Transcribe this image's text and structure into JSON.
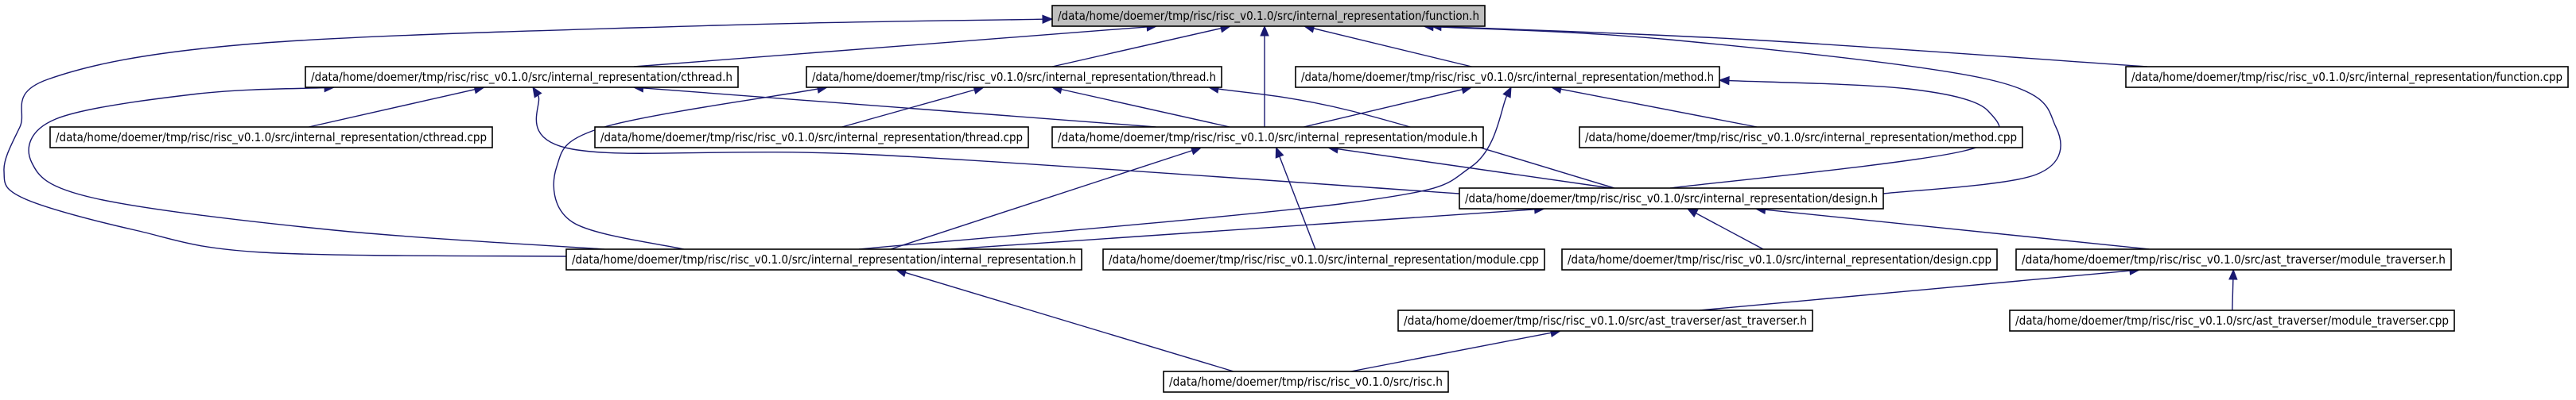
{
  "graph": {
    "edge_color": "#191970",
    "root_fill": "#bfbfbf",
    "nodes": [
      {
        "id": "function_h",
        "label": "/data/home/doemer/tmp/risc/risc_v0.1.0/src/internal_representation/function.h",
        "root": true
      },
      {
        "id": "cthread_h",
        "label": "/data/home/doemer/tmp/risc/risc_v0.1.0/src/internal_representation/cthread.h"
      },
      {
        "id": "thread_h",
        "label": "/data/home/doemer/tmp/risc/risc_v0.1.0/src/internal_representation/thread.h"
      },
      {
        "id": "method_h",
        "label": "/data/home/doemer/tmp/risc/risc_v0.1.0/src/internal_representation/method.h"
      },
      {
        "id": "function_cpp",
        "label": "/data/home/doemer/tmp/risc/risc_v0.1.0/src/internal_representation/function.cpp"
      },
      {
        "id": "cthread_cpp",
        "label": "/data/home/doemer/tmp/risc/risc_v0.1.0/src/internal_representation/cthread.cpp"
      },
      {
        "id": "thread_cpp",
        "label": "/data/home/doemer/tmp/risc/risc_v0.1.0/src/internal_representation/thread.cpp"
      },
      {
        "id": "module_h",
        "label": "/data/home/doemer/tmp/risc/risc_v0.1.0/src/internal_representation/module.h"
      },
      {
        "id": "method_cpp",
        "label": "/data/home/doemer/tmp/risc/risc_v0.1.0/src/internal_representation/method.cpp"
      },
      {
        "id": "design_h",
        "label": "/data/home/doemer/tmp/risc/risc_v0.1.0/src/internal_representation/design.h"
      },
      {
        "id": "internal_representation_h",
        "label": "/data/home/doemer/tmp/risc/risc_v0.1.0/src/internal_representation/internal_representation.h"
      },
      {
        "id": "module_cpp",
        "label": "/data/home/doemer/tmp/risc/risc_v0.1.0/src/internal_representation/module.cpp"
      },
      {
        "id": "design_cpp",
        "label": "/data/home/doemer/tmp/risc/risc_v0.1.0/src/internal_representation/design.cpp"
      },
      {
        "id": "module_traverser_h",
        "label": "/data/home/doemer/tmp/risc/risc_v0.1.0/src/ast_traverser/module_traverser.h"
      },
      {
        "id": "ast_traverser_h",
        "label": "/data/home/doemer/tmp/risc/risc_v0.1.0/src/ast_traverser/ast_traverser.h"
      },
      {
        "id": "module_traverser_cpp",
        "label": "/data/home/doemer/tmp/risc/risc_v0.1.0/src/ast_traverser/module_traverser.cpp"
      },
      {
        "id": "risc_h",
        "label": "/data/home/doemer/tmp/risc/risc_v0.1.0/src/risc.h"
      }
    ],
    "edges": [
      {
        "from": "cthread_h",
        "to": "function_h"
      },
      {
        "from": "thread_h",
        "to": "function_h"
      },
      {
        "from": "module_h",
        "to": "function_h"
      },
      {
        "from": "method_h",
        "to": "function_h"
      },
      {
        "from": "function_cpp",
        "to": "function_h"
      },
      {
        "from": "design_h",
        "to": "function_h"
      },
      {
        "from": "internal_representation_h",
        "to": "function_h"
      },
      {
        "from": "cthread_cpp",
        "to": "cthread_h"
      },
      {
        "from": "module_h",
        "to": "cthread_h"
      },
      {
        "from": "design_h",
        "to": "cthread_h"
      },
      {
        "from": "internal_representation_h",
        "to": "cthread_h"
      },
      {
        "from": "thread_cpp",
        "to": "thread_h"
      },
      {
        "from": "module_h",
        "to": "thread_h"
      },
      {
        "from": "design_h",
        "to": "thread_h"
      },
      {
        "from": "internal_representation_h",
        "to": "thread_h"
      },
      {
        "from": "method_cpp",
        "to": "method_h"
      },
      {
        "from": "module_h",
        "to": "method_h"
      },
      {
        "from": "design_h",
        "to": "method_h"
      },
      {
        "from": "internal_representation_h",
        "to": "method_h"
      },
      {
        "from": "design_h",
        "to": "module_h"
      },
      {
        "from": "internal_representation_h",
        "to": "module_h"
      },
      {
        "from": "module_cpp",
        "to": "module_h"
      },
      {
        "from": "internal_representation_h",
        "to": "design_h"
      },
      {
        "from": "design_cpp",
        "to": "design_h"
      },
      {
        "from": "module_traverser_h",
        "to": "design_h"
      },
      {
        "from": "ast_traverser_h",
        "to": "module_traverser_h"
      },
      {
        "from": "module_traverser_cpp",
        "to": "module_traverser_h"
      },
      {
        "from": "risc_h",
        "to": "internal_representation_h"
      },
      {
        "from": "risc_h",
        "to": "ast_traverser_h"
      }
    ]
  }
}
